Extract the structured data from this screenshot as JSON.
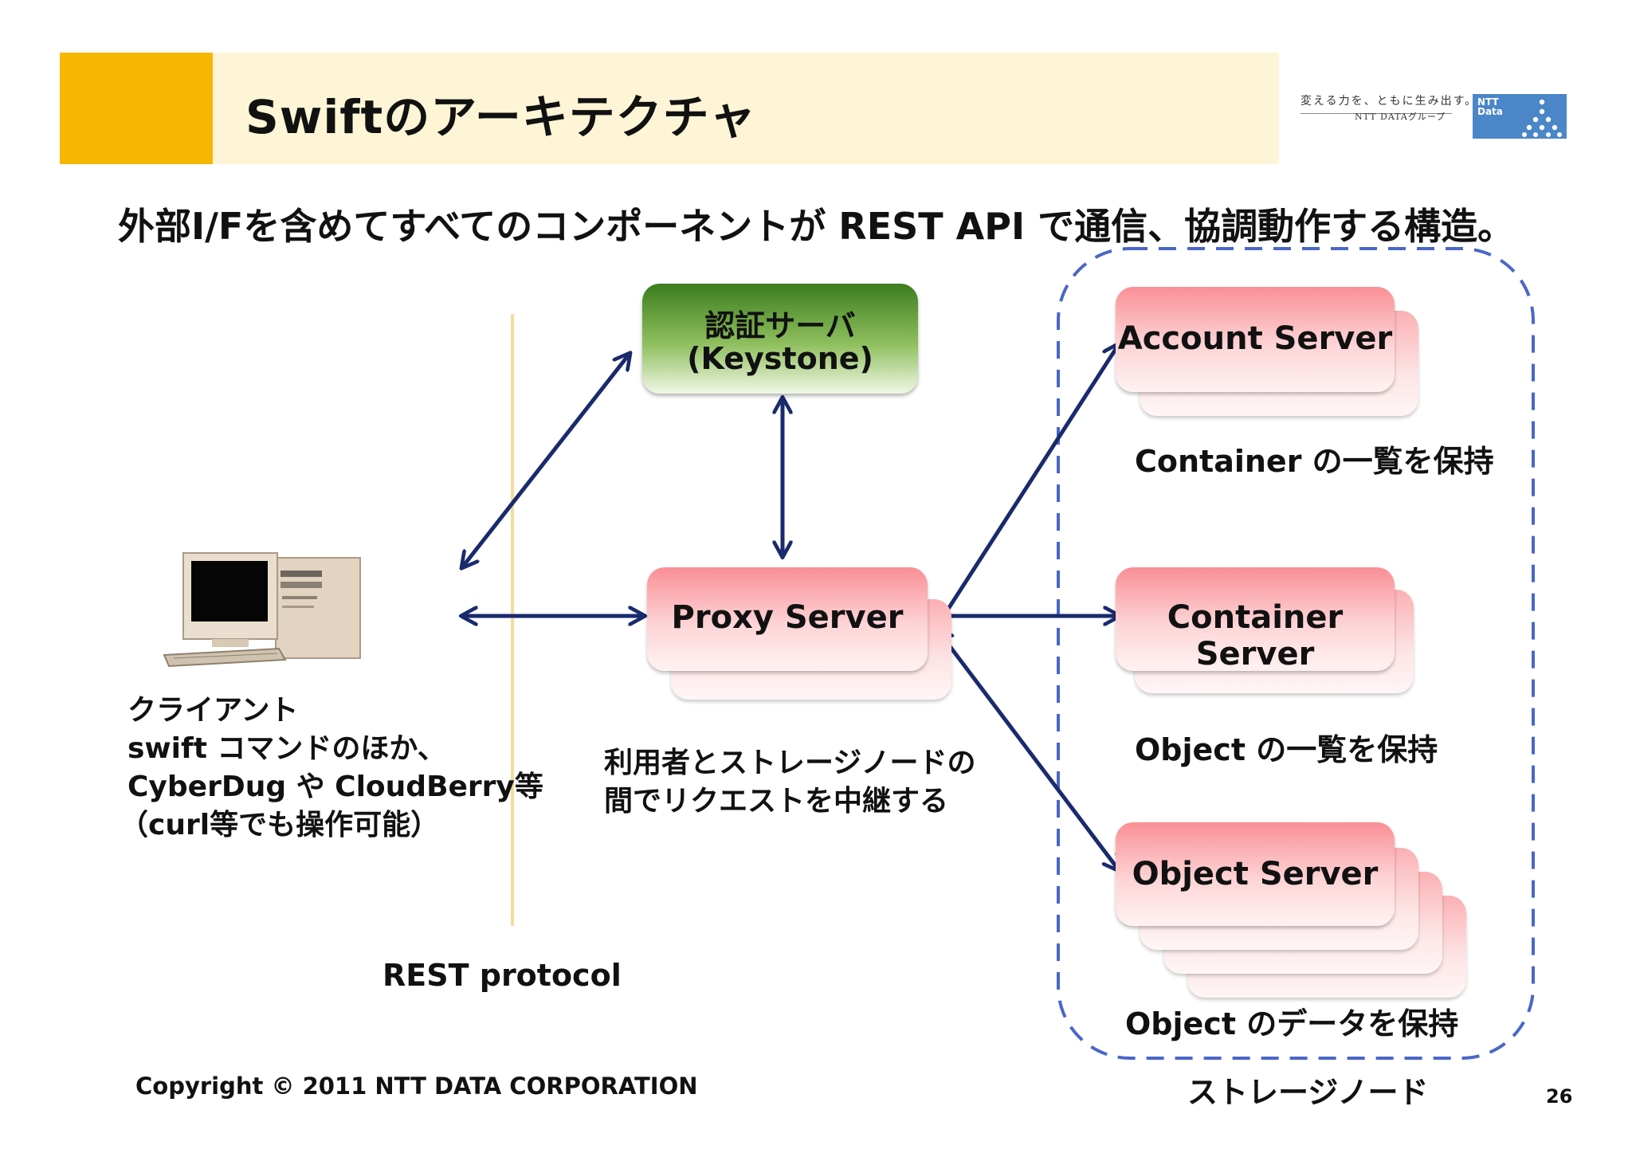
{
  "slide": {
    "title": "Swiftのアーキテクチャ",
    "subtitle": "外部I/Fを含めてすべてのコンポーネントが REST API で通信、協調動作する構造。",
    "page_number": "26",
    "copyright": "Copyright © 2011 NTT DATA CORPORATION"
  },
  "logo": {
    "tagline": "変える力を、ともに生み出す。",
    "group": "NTT DATAグループ",
    "box_text_1": "NTT",
    "box_text_2": "Data"
  },
  "diagram": {
    "keystone_line1": "認証サーバ",
    "keystone_line2": "(Keystone)",
    "proxy_label": "Proxy Server",
    "proxy_caption_line1": "利用者とストレージノードの",
    "proxy_caption_line2": "間でリクエストを中継する",
    "account_label": "Account Server",
    "account_caption": "Container の一覧を保持",
    "container_label": "Container Server",
    "container_caption": "Object の一覧を保持",
    "object_label": "Object Server",
    "object_caption": "Object のデータを保持",
    "storage_group_label": "ストレージノード",
    "rest_protocol_label": "REST protocol",
    "client_line1": "クライアント",
    "client_line2": "swift コマンドのほか、",
    "client_line3": "CyberDug や CloudBerry等",
    "client_line4": "（curl等でも操作可能）"
  },
  "colors": {
    "accent": "#f7b600",
    "title_bar": "#fdf5d6",
    "arrow": "#1a2a6c",
    "storage_border": "#4a66c8",
    "keystone_green": "#3b7d1f",
    "server_pink": "#f98f95"
  }
}
